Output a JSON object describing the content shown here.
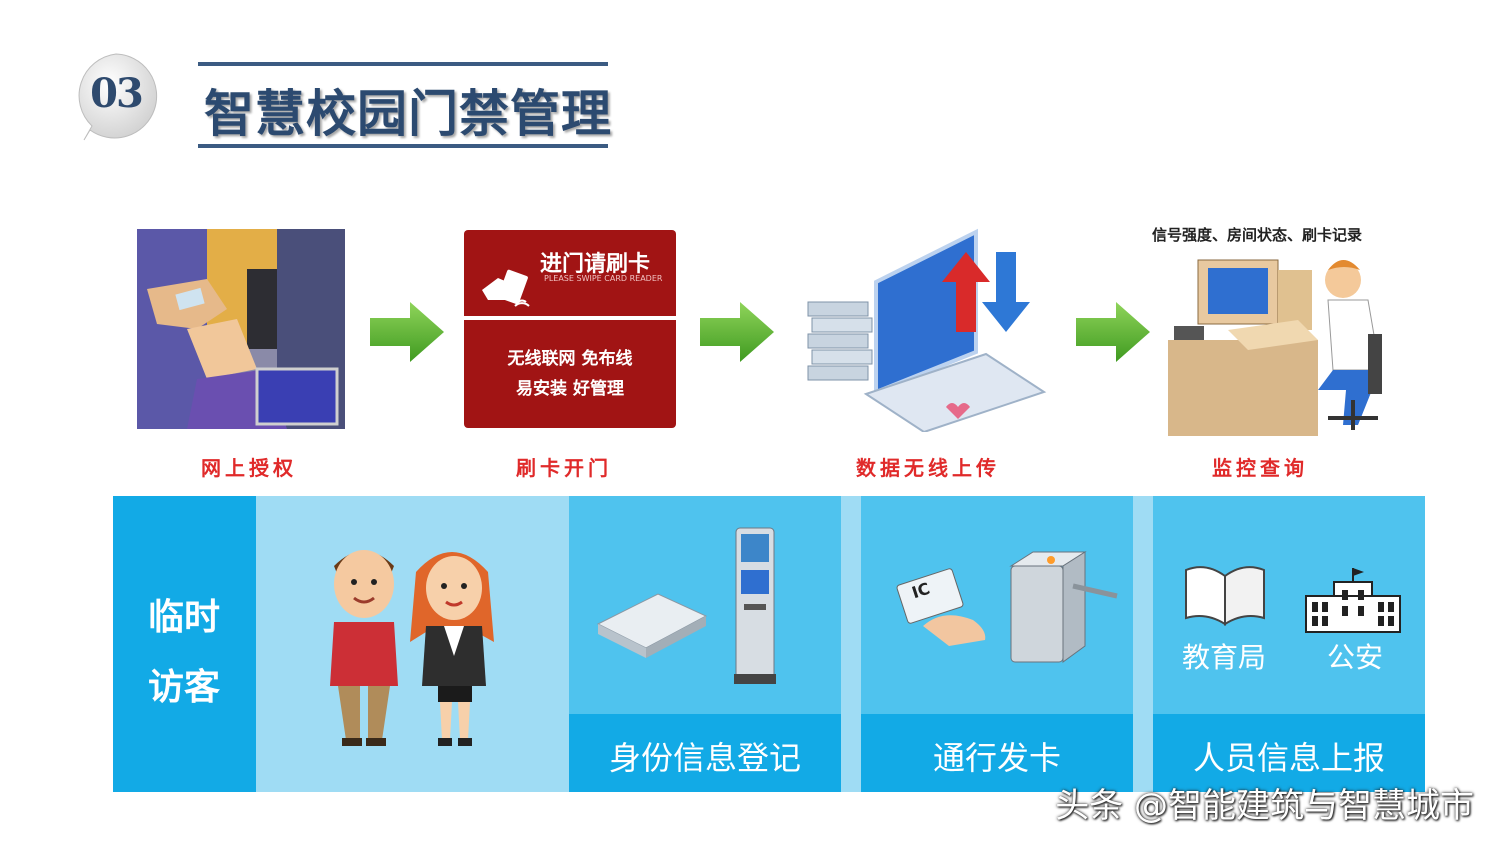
{
  "header": {
    "badge_number": "03",
    "title": "智慧校园门禁管理"
  },
  "flow": {
    "steps": [
      {
        "label": "网上授权"
      },
      {
        "label": "刷卡开门"
      },
      {
        "label": "数据无线上传"
      },
      {
        "label": "监控查询"
      }
    ],
    "card": {
      "title": "进门请刷卡",
      "subtitle": "PLEASE SWIPE CARD READER",
      "line1": "无线联网  免布线",
      "line2": "易安装  好管理"
    },
    "monitor_caption": "信号强度、房间状态、刷卡记录"
  },
  "bottom": {
    "visitor_line1": "临时",
    "visitor_line2": "访客",
    "sections": [
      {
        "label": "身份信息登记"
      },
      {
        "label": "通行发卡",
        "ic_text": "IC"
      },
      {
        "label": "人员信息上报",
        "left_org": "教育局",
        "right_org": "公安"
      }
    ]
  },
  "watermark": "头条 @智能建筑与智慧城市",
  "colors": {
    "title": "#2c4a70",
    "step_label": "#e02a2a",
    "card_red": "#a11414",
    "arrow_green": "#5cb82e",
    "band_light": "#9fdcf4",
    "band_mid": "#4fc3ee",
    "band_dark": "#12aae6"
  }
}
